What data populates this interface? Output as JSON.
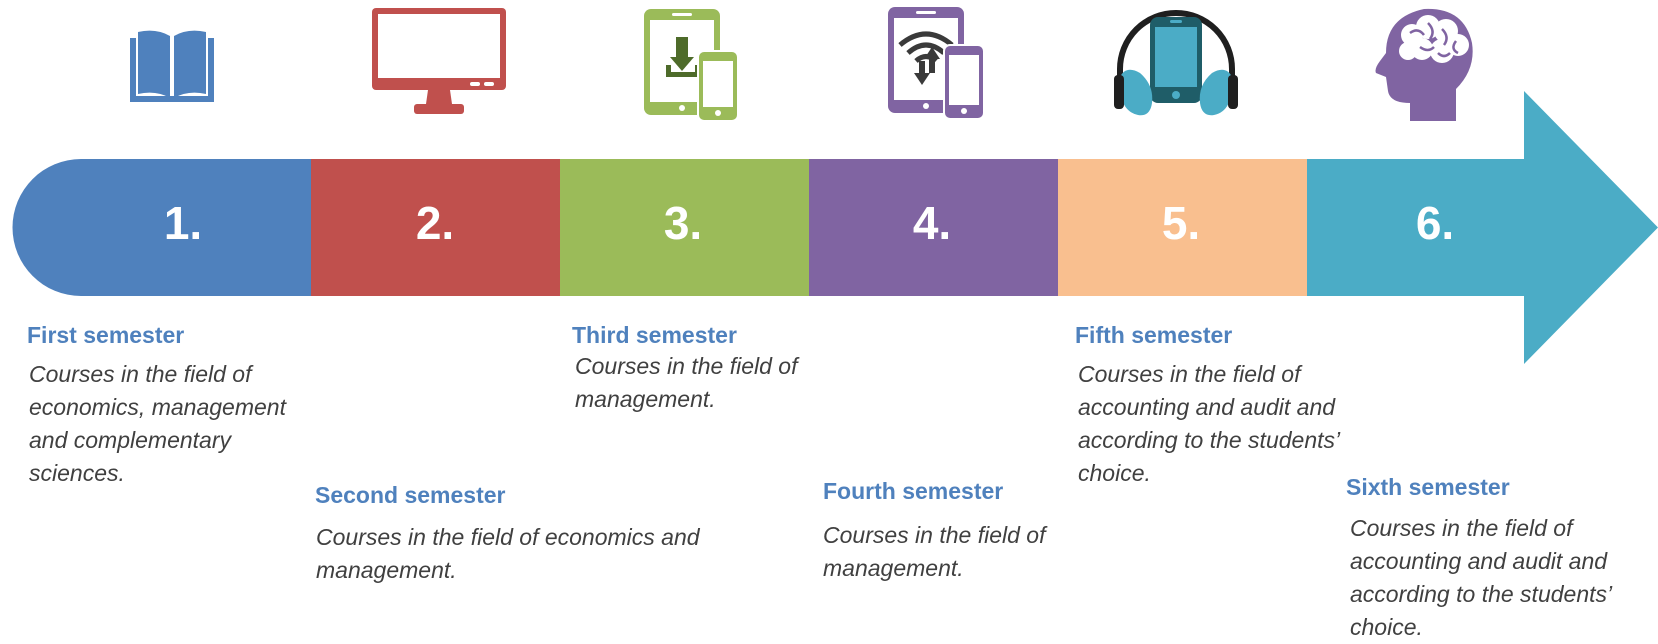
{
  "colors": {
    "blue": "#4f81bd",
    "red": "#c0504d",
    "green": "#9bbb59",
    "purple": "#8064a2",
    "orange": "#f9bf8f",
    "teal": "#4bacc6",
    "title_text": "#4f81bd",
    "body_text": "#404040"
  },
  "steps": [
    {
      "number": "1.",
      "icon": "book-icon",
      "title": "First semester",
      "description": "Courses in the field of economics, management and complementary sciences."
    },
    {
      "number": "2.",
      "icon": "monitor-icon",
      "title": "Second semester",
      "description": "Courses in the field of economics and management."
    },
    {
      "number": "3.",
      "icon": "tablet-download-icon",
      "title": "Third semester",
      "description": "Courses in the field of management."
    },
    {
      "number": "4.",
      "icon": "tablet-wifi-icon",
      "title": "Fourth semester",
      "description": "Courses in the field of management."
    },
    {
      "number": "5.",
      "icon": "headphones-phone-icon",
      "title": "Fifth semester",
      "description": "Courses in the field of accounting and audit and according to the students’ choice."
    },
    {
      "number": "6.",
      "icon": "brain-head-icon",
      "title": "Sixth semester",
      "description": "Courses in the field of accounting and audit and according to the students’ choice."
    }
  ]
}
